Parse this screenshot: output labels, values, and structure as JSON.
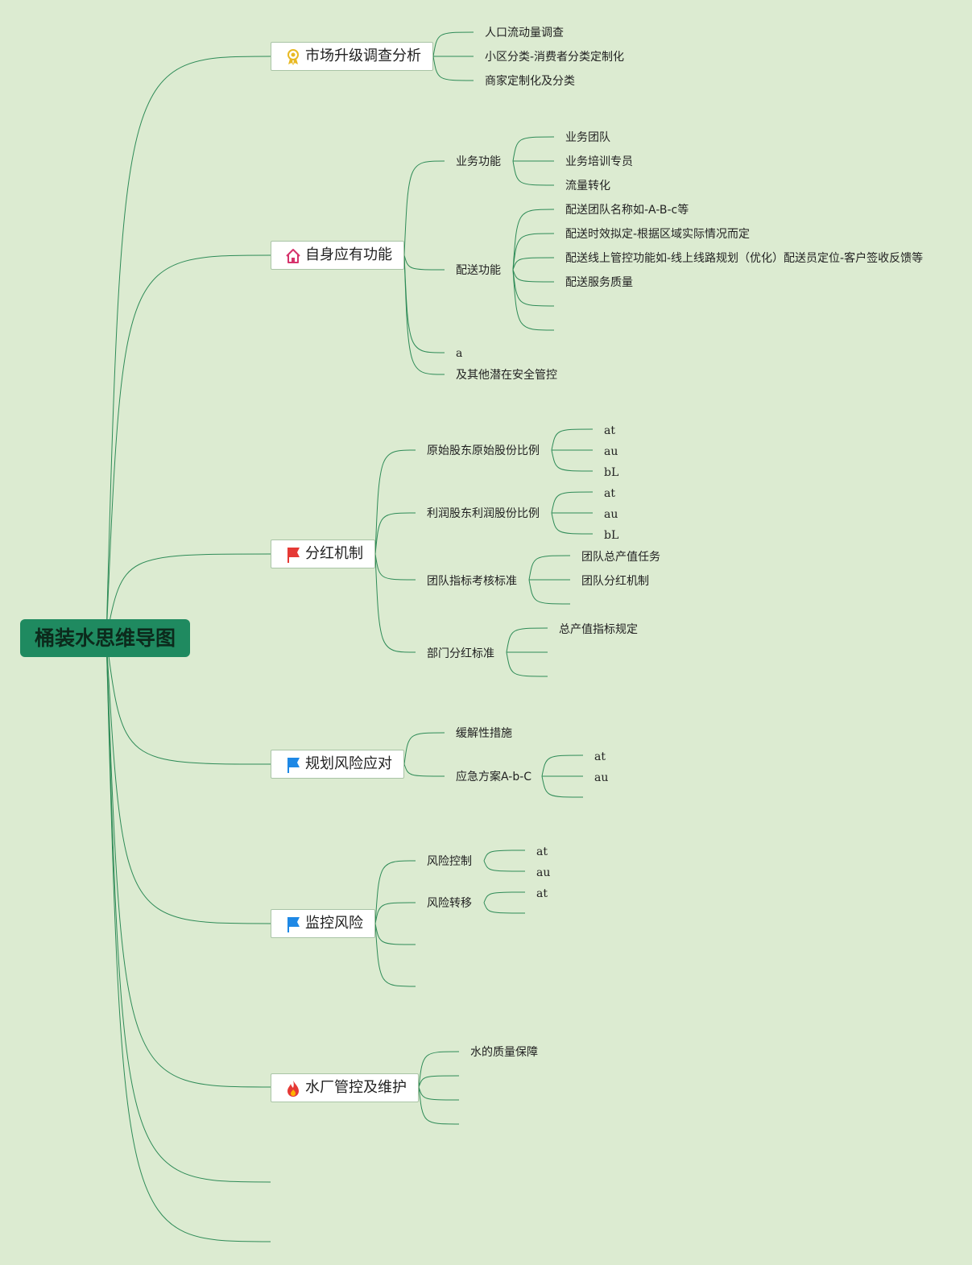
{
  "root": {
    "label": "桶装水思维导图"
  },
  "branches": [
    {
      "label": "市场升级调查分析",
      "icon": "medal-icon",
      "children": [
        "人口流动量调查",
        "小区分类-消费者分类定制化",
        "商家定制化及分类"
      ]
    },
    {
      "label": "自身应有功能",
      "icon": "home-icon",
      "children": [
        {
          "label": "业务功能",
          "children": [
            "业务团队",
            "业务培训专员",
            "流量转化"
          ]
        },
        {
          "label": "配送功能",
          "children": [
            "配送团队名称如-A-B-c等",
            "配送时效拟定-根据区域实际情况而定",
            "配送线上管控功能如-线上线路规划（优化）配送员定位-客户签收反馈等",
            "配送服务质量",
            "",
            ""
          ]
        },
        {
          "label": "a"
        },
        {
          "label": "及其他潜在安全管控"
        }
      ]
    },
    {
      "label": "分红机制",
      "icon": "red-flag-icon",
      "children": [
        {
          "label": "原始股东原始股份比例",
          "children": [
            "at",
            "au",
            "bL"
          ]
        },
        {
          "label": "利润股东利润股份比例",
          "children": [
            "at",
            "au",
            "bL"
          ]
        },
        {
          "label": "团队指标考核标准",
          "children": [
            "团队总产值任务",
            "团队分红机制",
            ""
          ]
        },
        {
          "label": "部门分红标准",
          "children": [
            "总产值指标规定",
            "",
            ""
          ]
        }
      ]
    },
    {
      "label": "规划风险应对",
      "icon": "blue-flag-icon",
      "children": [
        {
          "label": "缓解性措施"
        },
        {
          "label": "应急方案A-b-C",
          "children": [
            "at",
            "au",
            ""
          ]
        }
      ]
    },
    {
      "label": "监控风险",
      "icon": "blue-flag-icon",
      "children": [
        {
          "label": "风险控制",
          "children": [
            "at",
            "au"
          ]
        },
        {
          "label": "风险转移",
          "children": [
            "at",
            ""
          ]
        },
        {
          "label": ""
        },
        {
          "label": ""
        }
      ]
    },
    {
      "label": "水厂管控及维护",
      "icon": "fire-icon",
      "children": [
        "水的质量保障",
        "",
        "",
        ""
      ]
    }
  ],
  "colors": {
    "background": "#dcebd1",
    "root": "#1f8a60",
    "line": "#2e8b57"
  }
}
